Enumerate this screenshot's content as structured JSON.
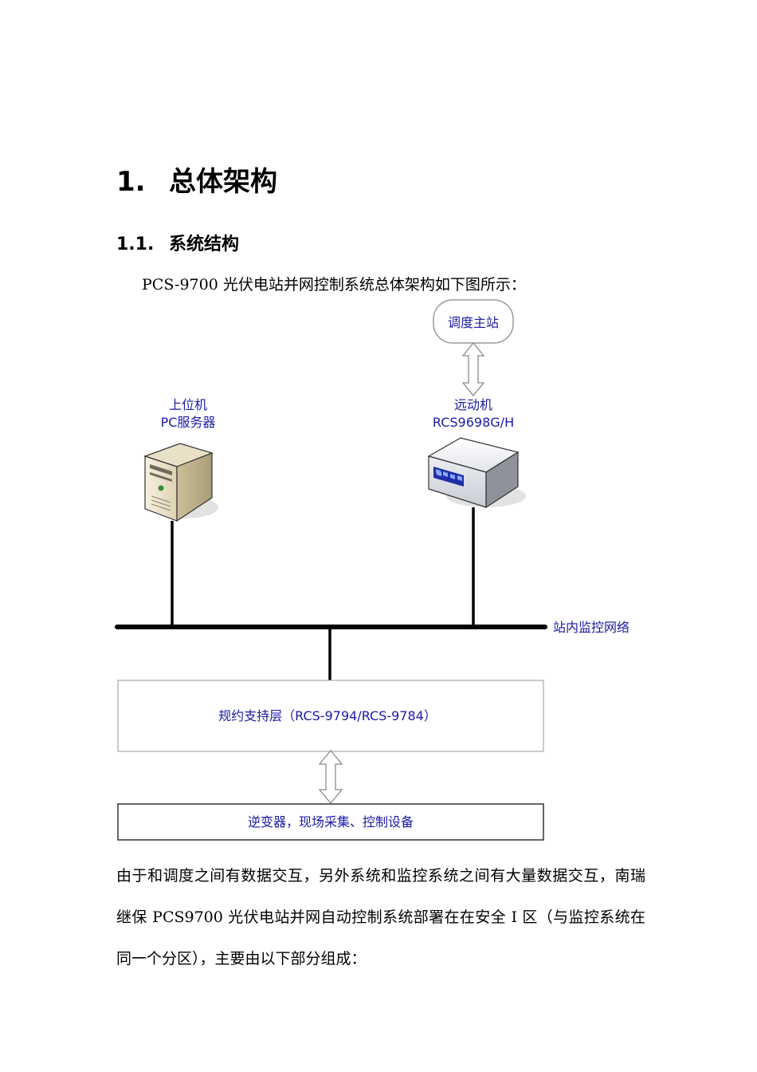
{
  "heading1": {
    "number": "1.",
    "title": "总体架构"
  },
  "heading2": {
    "number": "1.1.",
    "title": "系统结构"
  },
  "intro": "PCS-9700 光伏电站并网控制系统总体架构如下图所示：",
  "diagram": {
    "dispatch_center": "调度主站",
    "remote_unit": {
      "line1": "远动机",
      "line2": "RCS9698G/H"
    },
    "host": {
      "line1": "上位机",
      "line2": "PC服务器"
    },
    "network": "站内监控网络",
    "protocol_layer": "规约支持层（RCS-9794/RCS-9784）",
    "field_devices": "逆变器，现场采集、控制设备"
  },
  "paragraph": "由于和调度之间有数据交互，另外系统和监控系统之间有大量数据交互，南瑞继保 PCS9700 光伏电站并网自动控制系统部署在在安全 I 区（与监控系统在同一个分区），主要由以下部分组成："
}
